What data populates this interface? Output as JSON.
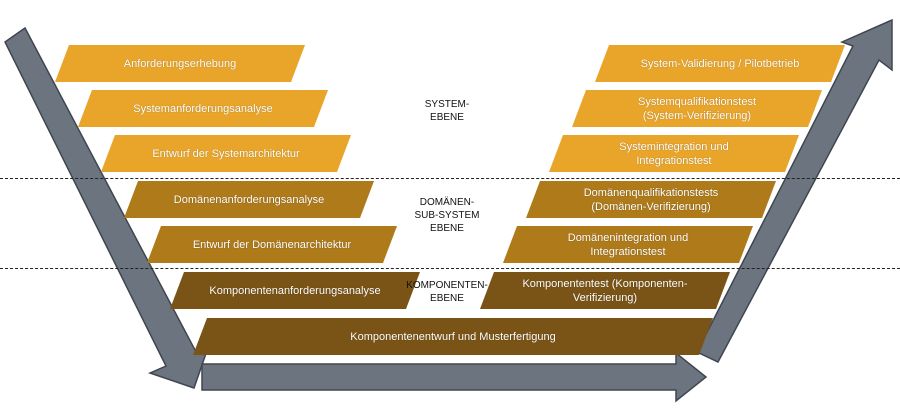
{
  "colors": {
    "system": "#E9A52A",
    "domain": "#AE7A1A",
    "component": "#7A5416",
    "arrow": "#6C7480",
    "arrow_edge": "#3F464F"
  },
  "levels": {
    "system": "SYSTEM-\nEBENE",
    "domain": "DOMÄNEN-\nSUB-SYSTEM\nEBENE",
    "component": "KOMPONENTEN-\nEBENE"
  },
  "left": [
    {
      "label": "Anforderungserhebung",
      "level": "system"
    },
    {
      "label": "Systemanforderungsanalyse",
      "level": "system"
    },
    {
      "label": "Entwurf der Systemarchitektur",
      "level": "system"
    },
    {
      "label": "Domänenanforderungsanalyse",
      "level": "domain"
    },
    {
      "label": "Entwurf der Domänenarchitektur",
      "level": "domain"
    },
    {
      "label": "Komponentenanforderungsanalyse",
      "level": "component"
    }
  ],
  "right": [
    {
      "label": "System-Validierung / Pilotbetrieb",
      "level": "system"
    },
    {
      "label": "Systemqualifikationstest\n(System-Verifizierung)",
      "level": "system"
    },
    {
      "label": "Systemintegration und\nIntegrationstest",
      "level": "system"
    },
    {
      "label": "Domänenqualifikationstests\n(Domänen-Verifizierung)",
      "level": "domain"
    },
    {
      "label": "Domänenintegration und\nIntegrationstest",
      "level": "domain"
    },
    {
      "label": "Komponententest (Komponenten-\nVerifizierung)",
      "level": "component"
    }
  ],
  "bottom": {
    "label": "Komponentenentwurf und Musterfertigung",
    "level": "component"
  }
}
